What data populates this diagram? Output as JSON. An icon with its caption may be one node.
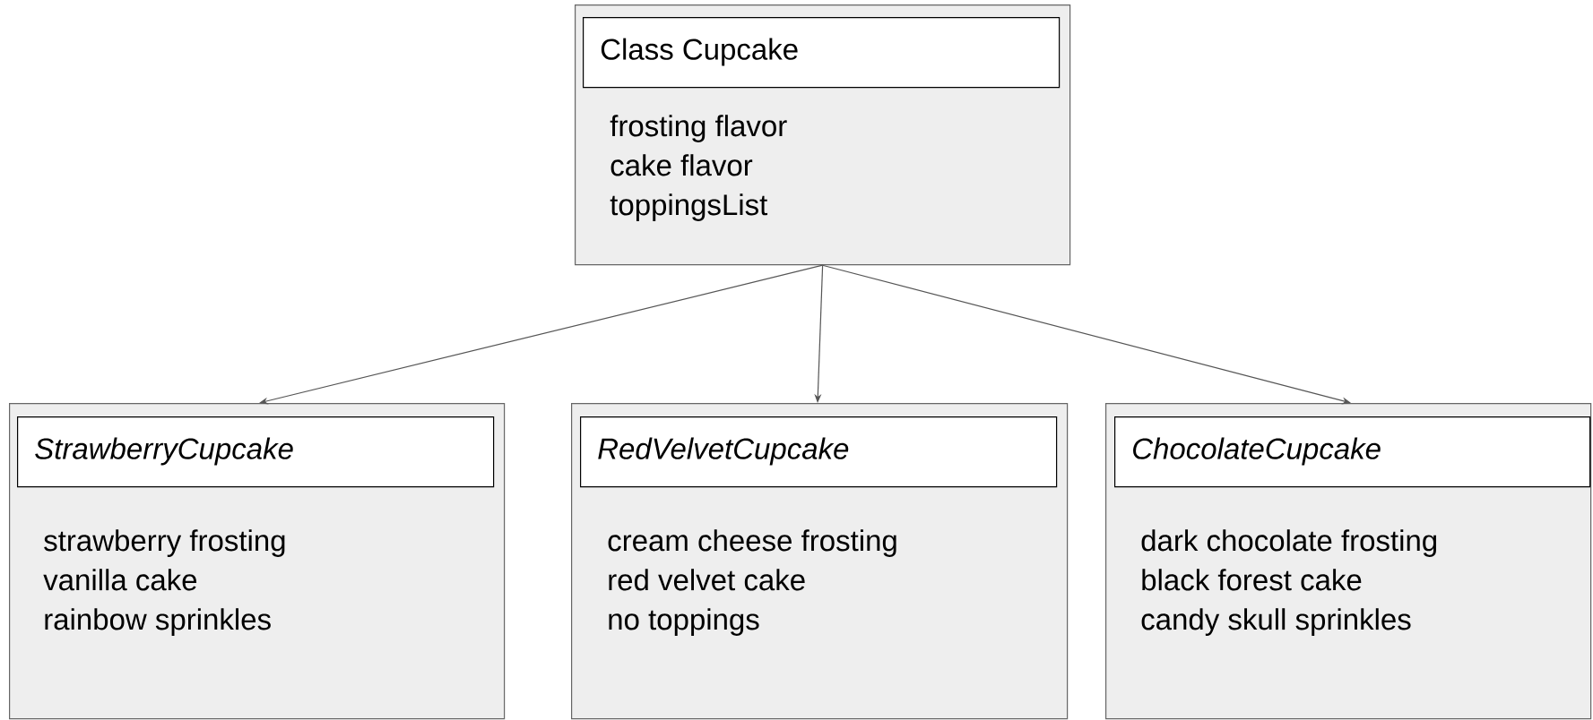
{
  "diagram": {
    "nodes": [
      {
        "text": [
          "frosting flavor",
          "cake flavor",
          "toppingsList"
        ]
      },
      {
        "text": [
          "Class Cupcake"
        ],
        "in": 0
      },
      {
        "text": [
          "strawberry frosting",
          "vanilla cake",
          "rainbow sprinkles"
        ]
      },
      {
        "text": [
          "StrawberryCupcake"
        ],
        "in": 2
      },
      {
        "text": [
          "cream cheese frosting",
          "red velvet cake",
          "no toppings"
        ]
      },
      {
        "text": [
          "RedVelvetCupcake"
        ],
        "in": 4
      },
      {
        "text": [
          "dark chocolate frosting",
          "black forest cake",
          "candy skull sprinkles"
        ]
      },
      {
        "text": [
          "ChocolateCupcake"
        ],
        "in": 6
      }
    ],
    "edges": [
      {
        "from": 0,
        "to": 2,
        "arrow": "to"
      },
      {
        "from": 0,
        "to": 4,
        "arrow": "to"
      },
      {
        "from": 0,
        "to": 6,
        "arrow": "to"
      }
    ]
  }
}
